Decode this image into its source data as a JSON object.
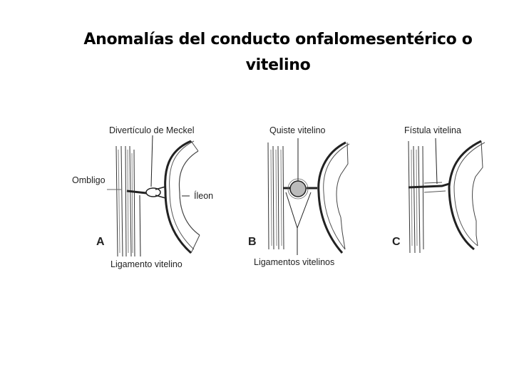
{
  "slide": {
    "title_line1": "Anomalías del conducto onfalomesentérico o",
    "title_line2": "vitelino"
  },
  "figure": {
    "panels": [
      {
        "id": "A",
        "letter": "A",
        "labels": {
          "top": "Divertículo de Meckel",
          "left": "Ombligo",
          "right": "Íleon",
          "bottom": "Ligamento vitelino"
        }
      },
      {
        "id": "B",
        "letter": "B",
        "labels": {
          "top": "Quiste vitelino",
          "bottom": "Ligamentos vitelinos"
        }
      },
      {
        "id": "C",
        "letter": "C",
        "labels": {
          "top": "Fístula vitelina"
        }
      }
    ]
  }
}
